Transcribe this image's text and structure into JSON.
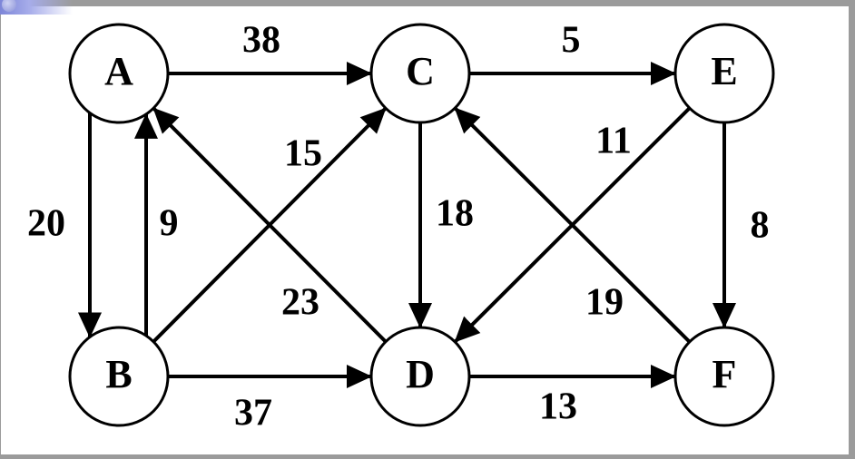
{
  "graph": {
    "nodes": [
      {
        "id": "A",
        "label": "A"
      },
      {
        "id": "B",
        "label": "B"
      },
      {
        "id": "C",
        "label": "C"
      },
      {
        "id": "D",
        "label": "D"
      },
      {
        "id": "E",
        "label": "E"
      },
      {
        "id": "F",
        "label": "F"
      }
    ],
    "edges": [
      {
        "from": "A",
        "to": "C",
        "weight": "38"
      },
      {
        "from": "C",
        "to": "E",
        "weight": "5"
      },
      {
        "from": "A",
        "to": "B",
        "weight": "20"
      },
      {
        "from": "B",
        "to": "A",
        "weight": "9"
      },
      {
        "from": "B",
        "to": "C",
        "weight": "15"
      },
      {
        "from": "D",
        "to": "A",
        "weight": "23"
      },
      {
        "from": "C",
        "to": "D",
        "weight": "18"
      },
      {
        "from": "E",
        "to": "D",
        "weight": "11"
      },
      {
        "from": "F",
        "to": "C",
        "weight": "19"
      },
      {
        "from": "E",
        "to": "F",
        "weight": "8"
      },
      {
        "from": "B",
        "to": "D",
        "weight": "37"
      },
      {
        "from": "D",
        "to": "F",
        "weight": "13"
      }
    ]
  }
}
